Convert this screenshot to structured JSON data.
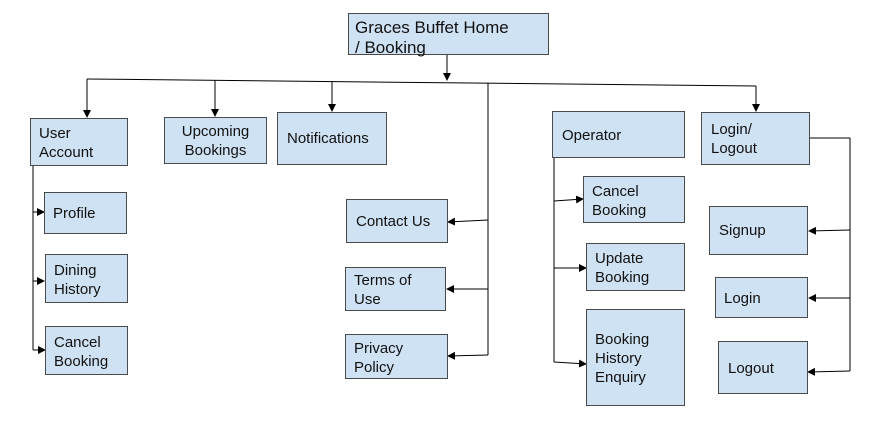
{
  "diagram": {
    "root": "Graces Buffet Home\n/ Booking",
    "user_account": "User\nAccount",
    "profile": "Profile",
    "dining_history": "Dining\nHistory",
    "cancel_booking_user": "Cancel\nBooking",
    "upcoming_bookings": "Upcoming\nBookings",
    "notifications": "Notifications",
    "contact_us": "Contact Us",
    "terms_of_use": "Terms of\nUse",
    "privacy_policy": "Privacy\nPolicy",
    "operator": "Operator",
    "cancel_booking_operator": "Cancel\nBooking",
    "update_booking": "Update\nBooking",
    "booking_history_enquiry": "Booking\nHistory\nEnquiry",
    "login_logout": "Login/\nLogout",
    "signup": "Signup",
    "login": "Login",
    "logout": "Logout"
  }
}
